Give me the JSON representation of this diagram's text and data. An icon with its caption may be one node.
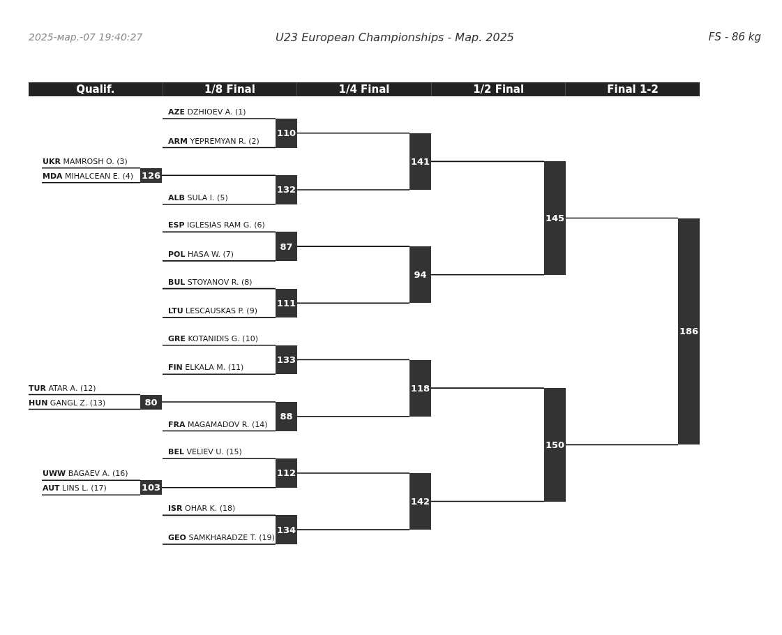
{
  "diagram": {
    "title": "U23 European Championships - Мар. 2025",
    "nodes": [
      {
        "text": [
          "**AZE** DZHIOEV A. (1)"
        ]
      },
      {
        "text": [
          "**ARM** YEPREMYAN R. (2)"
        ]
      },
      {
        "text": [
          "**UKR** MAMROSH O. (3)"
        ]
      },
      {
        "text": [
          "**MDA** MIHALCEAN E. (4)"
        ]
      },
      {
        "text": [
          "**ALB** SULA I. (5)"
        ]
      },
      {
        "text": [
          "**ESP** IGLESIAS RAM G. (6)"
        ]
      },
      {
        "text": [
          "**POL** HASA W. (7)"
        ]
      },
      {
        "text": [
          "**BUL** STOYANOV R. (8)"
        ]
      },
      {
        "text": [
          "**LTU** LESCAUSKAS P. (9)"
        ]
      },
      {
        "text": [
          "**GRE** KOTANIDIS G. (10)"
        ]
      },
      {
        "text": [
          "**FIN** ELKALA M. (11)"
        ]
      },
      {
        "text": [
          "**TUR** ATAR A. (12)"
        ]
      },
      {
        "text": [
          "**HUN** GANGL Z. (13)"
        ]
      },
      {
        "text": [
          "**FRA** MAGAMADOV R. (14)"
        ]
      },
      {
        "text": [
          "**BEL** VELIEV U. (15)"
        ]
      },
      {
        "text": [
          "**UWW** BAGAEV A. (16)"
        ]
      },
      {
        "text": [
          "**AUT** LINS L. (17)"
        ]
      },
      {
        "text": [
          "**ISR** OHAR K. (18)"
        ]
      },
      {
        "text": [
          "**GEO** SAMKHARADZE T. (19)"
        ]
      },
      {
        "text": [
          "126"
        ]
      },
      {
        "text": [
          "80"
        ]
      },
      {
        "text": [
          "103"
        ]
      },
      {
        "text": [
          "110"
        ]
      },
      {
        "text": [
          "132"
        ]
      },
      {
        "text": [
          "87"
        ]
      },
      {
        "text": [
          "111"
        ]
      },
      {
        "text": [
          "133"
        ]
      },
      {
        "text": [
          "88"
        ]
      },
      {
        "text": [
          "112"
        ]
      },
      {
        "text": [
          "134"
        ]
      },
      {
        "text": [
          "141"
        ]
      },
      {
        "text": [
          "94"
        ]
      },
      {
        "text": [
          "118"
        ]
      },
      {
        "text": [
          "142"
        ]
      },
      {
        "text": [
          "145"
        ]
      },
      {
        "text": [
          "150"
        ]
      },
      {
        "text": [
          "186"
        ]
      }
    ],
    "edges": [
      {
        "from": 0,
        "to": 22,
        "arrow": "none"
      },
      {
        "from": 1,
        "to": 22,
        "arrow": "none"
      },
      {
        "from": 2,
        "to": 19,
        "arrow": "none"
      },
      {
        "from": 3,
        "to": 19,
        "arrow": "none"
      },
      {
        "from": 19,
        "to": 23,
        "arrow": "none"
      },
      {
        "from": 4,
        "to": 23,
        "arrow": "none"
      },
      {
        "from": 5,
        "to": 24,
        "arrow": "none"
      },
      {
        "from": 6,
        "to": 24,
        "arrow": "none"
      },
      {
        "from": 7,
        "to": 25,
        "arrow": "none"
      },
      {
        "from": 8,
        "to": 25,
        "arrow": "none"
      },
      {
        "from": 9,
        "to": 26,
        "arrow": "none"
      },
      {
        "from": 10,
        "to": 26,
        "arrow": "none"
      },
      {
        "from": 11,
        "to": 20,
        "arrow": "none"
      },
      {
        "from": 12,
        "to": 20,
        "arrow": "none"
      },
      {
        "from": 20,
        "to": 27,
        "arrow": "none"
      },
      {
        "from": 13,
        "to": 27,
        "arrow": "none"
      },
      {
        "from": 14,
        "to": 28,
        "arrow": "none"
      },
      {
        "from": 15,
        "to": 21,
        "arrow": "none"
      },
      {
        "from": 16,
        "to": 21,
        "arrow": "none"
      },
      {
        "from": 21,
        "to": 28,
        "arrow": "none"
      },
      {
        "from": 17,
        "to": 29,
        "arrow": "none"
      },
      {
        "from": 18,
        "to": 29,
        "arrow": "none"
      },
      {
        "from": 22,
        "to": 30,
        "arrow": "none"
      },
      {
        "from": 23,
        "to": 30,
        "arrow": "none"
      },
      {
        "from": 24,
        "to": 31,
        "arrow": "none"
      },
      {
        "from": 25,
        "to": 31,
        "arrow": "none"
      },
      {
        "from": 26,
        "to": 32,
        "arrow": "none"
      },
      {
        "from": 27,
        "to": 32,
        "arrow": "none"
      },
      {
        "from": 28,
        "to": 33,
        "arrow": "none"
      },
      {
        "from": 29,
        "to": 33,
        "arrow": "none"
      },
      {
        "from": 30,
        "to": 34,
        "arrow": "none"
      },
      {
        "from": 31,
        "to": 34,
        "arrow": "none"
      },
      {
        "from": 32,
        "to": 35,
        "arrow": "none"
      },
      {
        "from": 33,
        "to": 35,
        "arrow": "none"
      },
      {
        "from": 34,
        "to": 36,
        "arrow": "none"
      },
      {
        "from": 35,
        "to": 36,
        "arrow": "none"
      }
    ],
    "labels": [
      "2025-мар.-07 19:40:27",
      "FS - 86 kg",
      "Qualif.",
      "1/8 Final",
      "1/4 Final",
      "1/2 Final",
      "Final 1-2"
    ]
  }
}
